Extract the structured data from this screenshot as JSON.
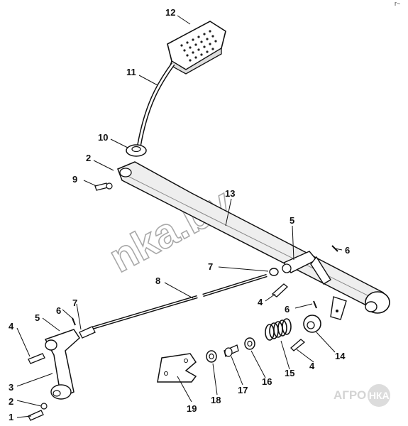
{
  "diagram": {
    "callouts": {
      "c1": "1",
      "c2a": "2",
      "c2b": "2",
      "c3": "3",
      "c4a": "4",
      "c4b": "4",
      "c4c": "4",
      "c5a": "5",
      "c5b": "5",
      "c6a": "6",
      "c6b": "6",
      "c6c": "6",
      "c7a": "7",
      "c7b": "7",
      "c8": "8",
      "c9": "9",
      "c10": "10",
      "c11": "11",
      "c12": "12",
      "c13": "13",
      "c14": "14",
      "c15": "15",
      "c16": "16",
      "c17": "17",
      "c18": "18",
      "c19": "19"
    },
    "watermark": "nka.by",
    "logo": {
      "left": "АГРО",
      "right": "НКА"
    },
    "corner_mark": "r~"
  }
}
